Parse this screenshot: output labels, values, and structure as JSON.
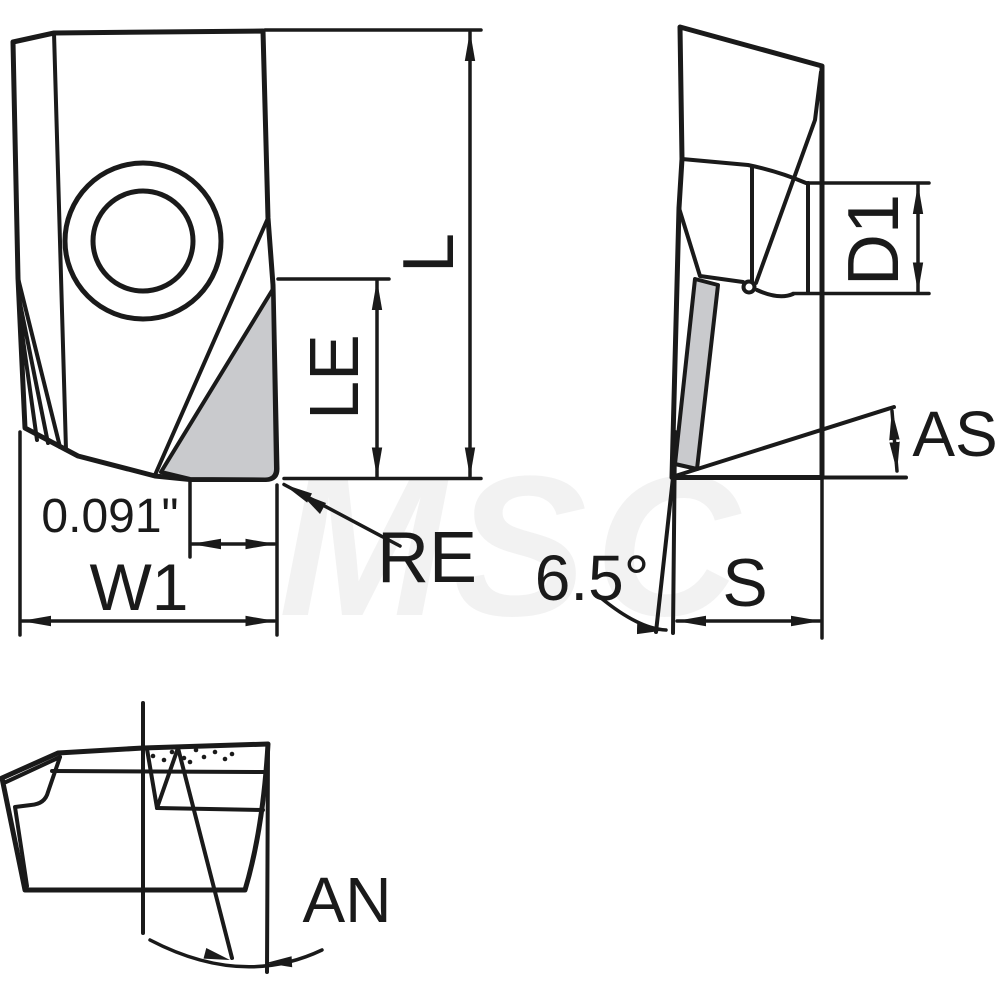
{
  "watermark": {
    "text": "MSC"
  },
  "colors": {
    "line": "#1a1a1a",
    "carbide": "#c9cacd",
    "watermark": "rgba(0,0,0,0.05)",
    "background": "#ffffff"
  },
  "views": {
    "front": {
      "labels": {
        "length": "L",
        "edge_length": "LE",
        "corner_radius": "RE",
        "width": "W1",
        "width_value": "0.091\""
      }
    },
    "side": {
      "labels": {
        "hole_diameter": "D1",
        "angle_as": "AS",
        "thickness": "S",
        "clearance_angle_value": "6.5°"
      }
    },
    "top": {
      "labels": {
        "angle_an": "AN"
      }
    }
  }
}
